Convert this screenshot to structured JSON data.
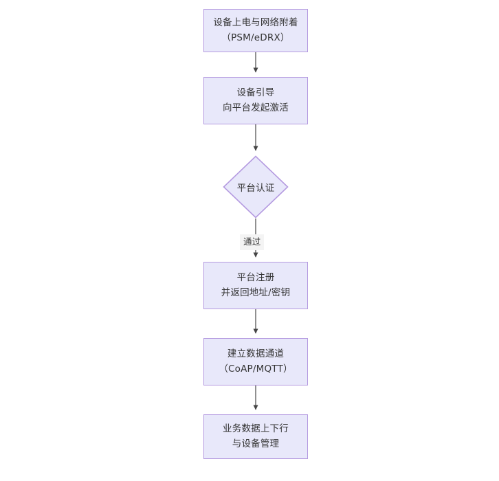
{
  "diagram": {
    "type": "flowchart",
    "orientation": "top-to-bottom",
    "theme": {
      "node_fill": "#e8e8fa",
      "node_border": "#b49ae0",
      "text_color": "#333333",
      "connector_color": "#454545",
      "edge_label_background": "#f4f4f4",
      "canvas_background": "#ffffff"
    },
    "nodes": [
      {
        "id": "n1",
        "shape": "rectangle",
        "line1": "设备上电与网络附着",
        "line2": "（PSM/eDRX）",
        "text": "设备上电与网络附着\n（PSM/eDRX）"
      },
      {
        "id": "n2",
        "shape": "rectangle",
        "line1": "设备引导",
        "line2": "向平台发起激活",
        "text": "设备引导\n向平台发起激活"
      },
      {
        "id": "n3",
        "shape": "diamond",
        "line1": "平台认证",
        "text": "平台认证"
      },
      {
        "id": "n4",
        "shape": "rectangle",
        "line1": "平台注册",
        "line2": "并返回地址/密钥",
        "text": "平台注册\n并返回地址/密钥"
      },
      {
        "id": "n5",
        "shape": "rectangle",
        "line1": "建立数据通道",
        "line2": "（CoAP/MQTT）",
        "text": "建立数据通道\n（CoAP/MQTT）"
      },
      {
        "id": "n6",
        "shape": "rectangle",
        "line1": "业务数据上下行",
        "line2": "与设备管理",
        "text": "业务数据上下行\n与设备管理"
      }
    ],
    "edges": [
      {
        "from": "n1",
        "to": "n2",
        "label": ""
      },
      {
        "from": "n2",
        "to": "n3",
        "label": ""
      },
      {
        "from": "n3",
        "to": "n4",
        "label": "通过"
      },
      {
        "from": "n4",
        "to": "n5",
        "label": ""
      },
      {
        "from": "n5",
        "to": "n6",
        "label": ""
      }
    ],
    "edge_labels": {
      "pass": "通过"
    }
  }
}
